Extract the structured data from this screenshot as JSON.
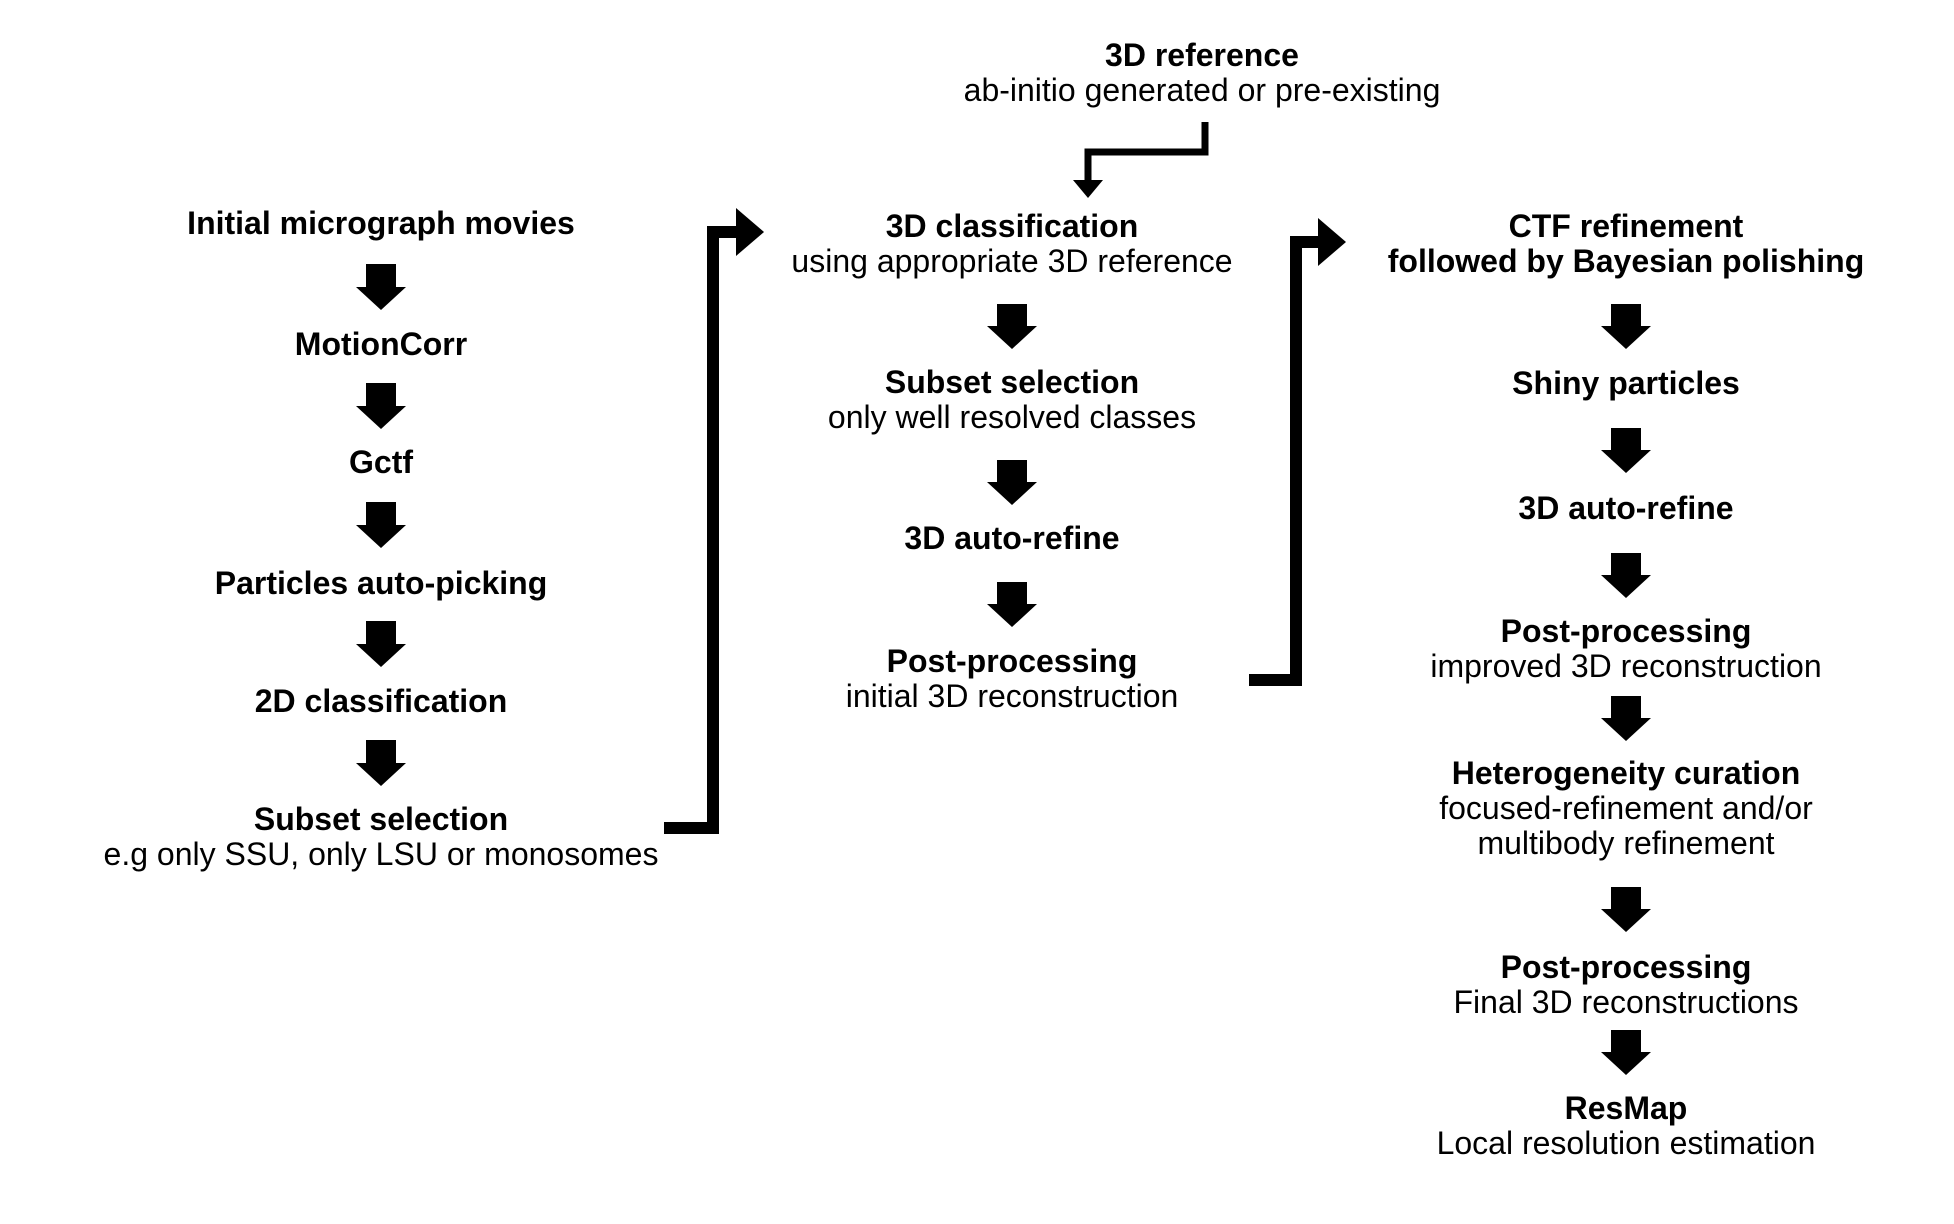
{
  "diagram": {
    "reference": {
      "title": "3D reference",
      "subtitle": "ab-initio generated or pre-existing"
    },
    "column1": [
      {
        "title": "Initial micrograph movies"
      },
      {
        "title": "MotionCorr"
      },
      {
        "title": "Gctf"
      },
      {
        "title": "Particles auto-picking"
      },
      {
        "title": "2D classification"
      },
      {
        "title": "Subset selection",
        "subtitle": "e.g only SSU, only LSU or monosomes"
      }
    ],
    "column2": [
      {
        "title": "3D classification",
        "subtitle": "using appropriate 3D reference"
      },
      {
        "title": "Subset selection",
        "subtitle": "only well resolved classes"
      },
      {
        "title": "3D auto-refine"
      },
      {
        "title": "Post-processing",
        "subtitle": "initial 3D reconstruction"
      }
    ],
    "column3": [
      {
        "title": "CTF refinement",
        "subtitle": "followed by Bayesian polishing"
      },
      {
        "title": "Shiny particles"
      },
      {
        "title": "3D auto-refine"
      },
      {
        "title": "Post-processing",
        "subtitle": "improved 3D reconstruction"
      },
      {
        "title": "Heterogeneity curation",
        "subtitle": "focused-refinement and/or",
        "subtitle2": "multibody refinement"
      },
      {
        "title": "Post-processing",
        "subtitle": "Final 3D reconstructions"
      },
      {
        "title": "ResMap",
        "subtitle": "Local resolution estimation"
      }
    ]
  }
}
